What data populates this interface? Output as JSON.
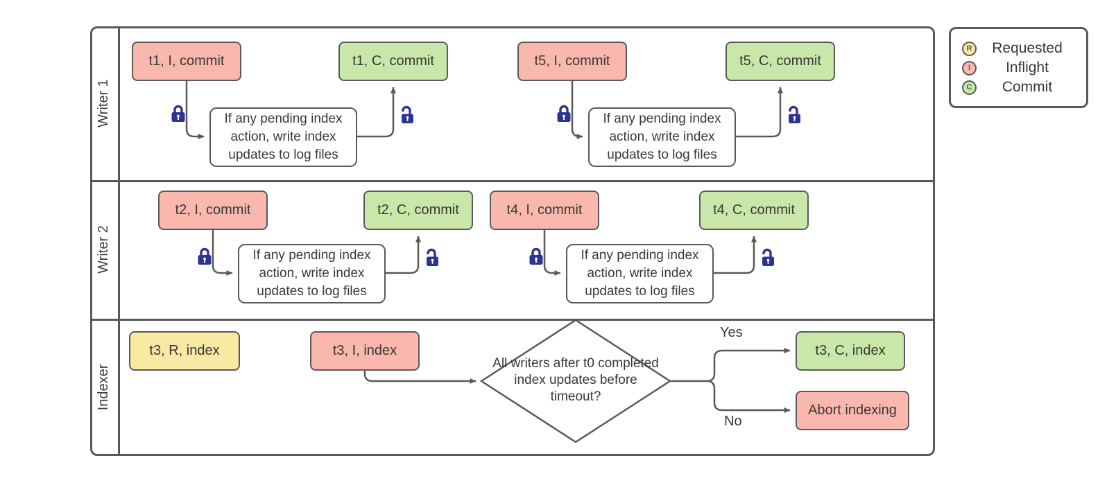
{
  "diagram": {
    "type": "swimlane-flowchart",
    "colors": {
      "border_gray": "#595959",
      "inflight_pink": "#f9b7ad",
      "commit_green": "#c9e7a9",
      "requested_yellow": "#f8e9a3",
      "lock_navy": "#2c3392",
      "text": "#383838"
    }
  },
  "lanes": [
    {
      "label": "Writer 1"
    },
    {
      "label": "Writer 2"
    },
    {
      "label": "Indexer"
    }
  ],
  "legend": {
    "items": [
      {
        "letter": "R",
        "label": "Requested"
      },
      {
        "letter": "I",
        "label": "Inflight"
      },
      {
        "letter": "C",
        "label": "Commit"
      }
    ]
  },
  "nodes": {
    "t1_inflight": {
      "label": "t1, I, commit"
    },
    "t1_commit": {
      "label": "t1, C, commit"
    },
    "t5_inflight": {
      "label": "t5, I, commit"
    },
    "t5_commit": {
      "label": "t5, C, commit"
    },
    "t2_inflight": {
      "label": "t2, I, commit"
    },
    "t2_commit": {
      "label": "t2, C, commit"
    },
    "t4_inflight": {
      "label": "t4, I, commit"
    },
    "t4_commit": {
      "label": "t4, C, commit"
    },
    "t3_requested": {
      "label": "t3, R, index"
    },
    "t3_inflight": {
      "label": "t3, I, index"
    },
    "t3_commit": {
      "label": "t3, C, index"
    },
    "abort": {
      "label": "Abort indexing"
    },
    "process": {
      "label": "If any pending index action, write index updates to log files"
    },
    "decision": {
      "label": "All writers after t0 completed index updates before timeout?"
    }
  },
  "branch_labels": {
    "yes": "Yes",
    "no": "No"
  }
}
